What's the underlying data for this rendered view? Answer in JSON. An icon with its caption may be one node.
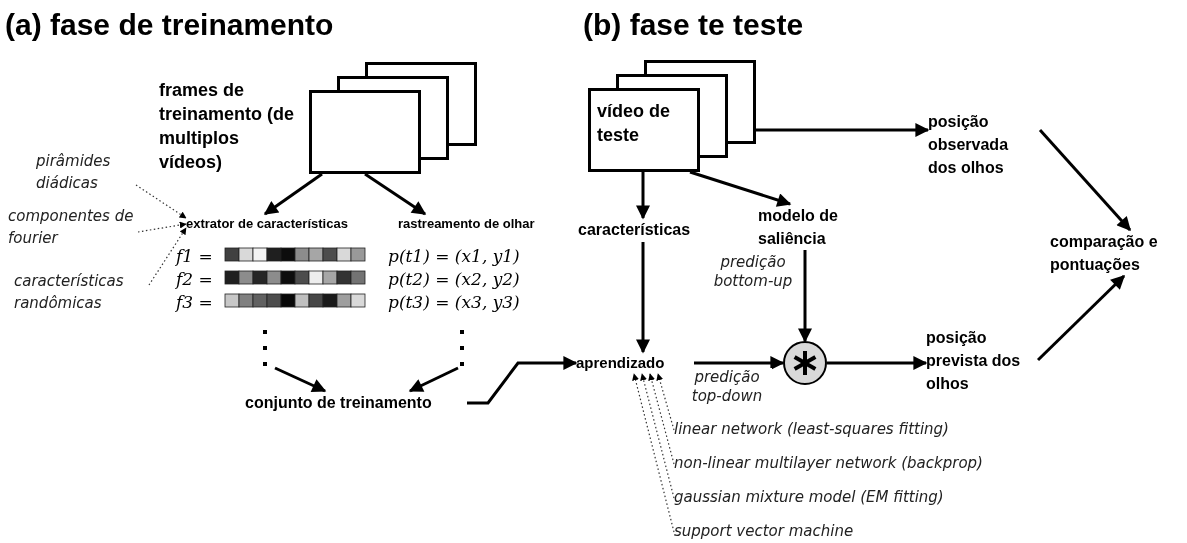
{
  "diagram": {
    "nodes": [
      {
        "text": [],
        "shape": "box",
        "beside": [
          "frames de treinamento (de multiplos vídeos)"
        ]
      },
      {
        "text": [
          "pirâmides diádicas"
        ]
      },
      {
        "text": [
          "componentes de fourier"
        ]
      },
      {
        "text": [
          "características randômicas"
        ]
      },
      {
        "text": [
          "extrator de características"
        ]
      },
      {
        "text": [
          "rastreamento de olhar"
        ]
      },
      {
        "text": [
          "conjunto de treinamento"
        ]
      },
      {
        "text": [
          "vídeo de teste"
        ]
      },
      {
        "text": [
          "posição observada dos olhos"
        ]
      },
      {
        "text": [
          "características"
        ]
      },
      {
        "text": [
          "modelo de saliência"
        ]
      },
      {
        "text": [
          "comparação e pontuações"
        ]
      },
      {
        "text": [
          "aprendizado"
        ]
      },
      {
        "text": [],
        "shape": "circle"
      },
      {
        "text": [
          "posição prevista dos olhos"
        ]
      },
      {
        "text": [
          "linear network (least-squares fitting)"
        ]
      },
      {
        "text": [
          "non-linear multilayer network (backprop)"
        ]
      },
      {
        "text": [
          "gaussian mixture model (EM fitting)"
        ]
      },
      {
        "text": [
          "support vector machine"
        ]
      }
    ],
    "edges": [
      {
        "from": 0,
        "to": 4,
        "arrow": "to"
      },
      {
        "from": 0,
        "to": 5,
        "arrow": "to"
      },
      {
        "from": 1,
        "to": 4,
        "arrow": "to",
        "style": "dashed"
      },
      {
        "from": 2,
        "to": 4,
        "arrow": "to",
        "style": "dashed"
      },
      {
        "from": 3,
        "to": 4,
        "arrow": "to",
        "style": "dashed"
      },
      {
        "from": null,
        "to": 6,
        "arrow": "to"
      },
      {
        "from": null,
        "to": 6,
        "arrow": "to"
      },
      {
        "from": 6,
        "to": 12,
        "arrow": "to"
      },
      {
        "from": 7,
        "to": 8,
        "arrow": "to"
      },
      {
        "from": 7,
        "to": 9,
        "arrow": "to"
      },
      {
        "from": 7,
        "to": 10,
        "arrow": "to"
      },
      {
        "from": 9,
        "to": 12,
        "arrow": "to"
      },
      {
        "from": 10,
        "to": 13,
        "arrow": "to",
        "label": "predição bottom-up"
      },
      {
        "from": 12,
        "to": 13,
        "arrow": "to",
        "label": "predição top-down"
      },
      {
        "from": 13,
        "to": 14,
        "arrow": "to"
      },
      {
        "from": 8,
        "to": 11,
        "arrow": "to"
      },
      {
        "from": 14,
        "to": 11,
        "arrow": "to"
      },
      {
        "from": 15,
        "to": 12,
        "arrow": "to",
        "style": "dashed"
      },
      {
        "from": 16,
        "to": 12,
        "arrow": "to",
        "style": "dashed"
      },
      {
        "from": 17,
        "to": 12,
        "arrow": "to",
        "style": "dashed"
      },
      {
        "from": 18,
        "to": 12,
        "arrow": "to",
        "style": "dashed"
      }
    ],
    "labels": [
      "(a) fase de treinamento",
      "(b) fase te teste",
      "f1 =",
      "p(t1) = (x1, y1)",
      "f2 =",
      "p(t2) = (x2, y2)",
      "f3 =",
      "p(t3) = (x3, y3)"
    ]
  }
}
